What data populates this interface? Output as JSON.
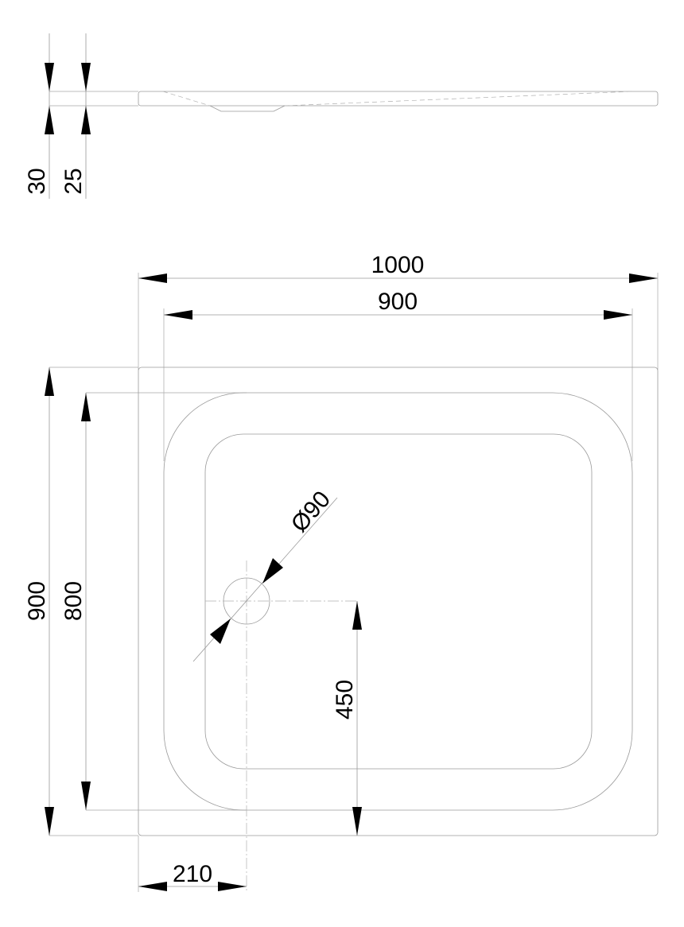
{
  "dimensions": {
    "side_total_height": "30",
    "side_tray_height": "25",
    "overall_width": "1000",
    "inner_width": "900",
    "overall_depth": "900",
    "inner_depth": "800",
    "drain_diameter": "Ø90",
    "drain_from_front": "450",
    "drain_from_left": "210"
  }
}
